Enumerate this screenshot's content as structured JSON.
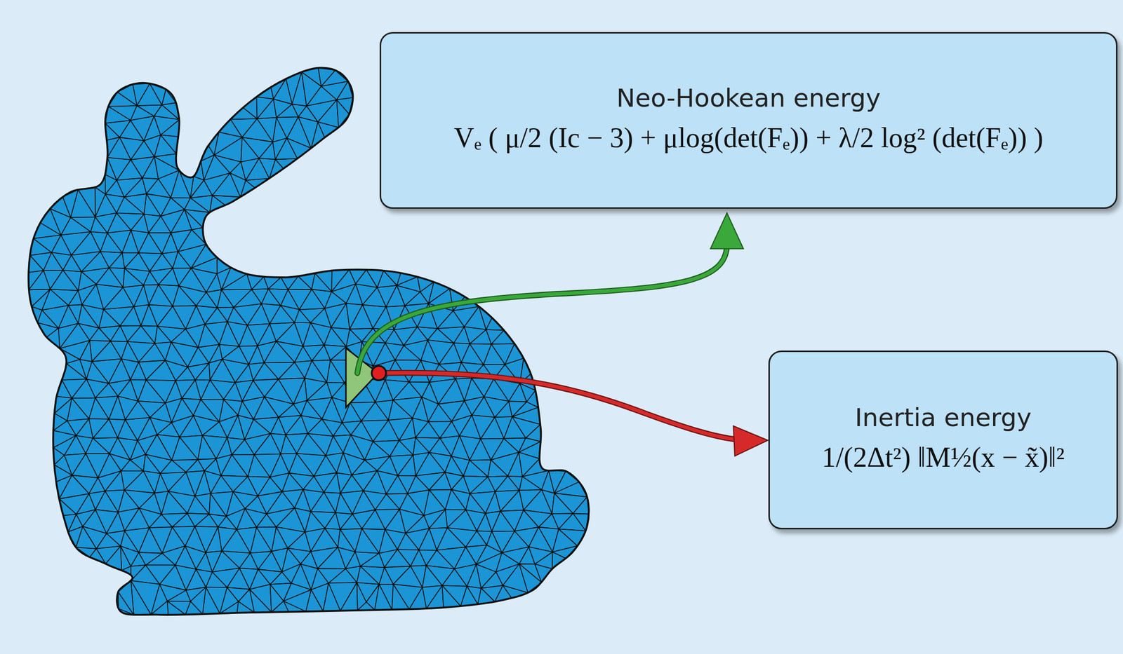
{
  "diagram": {
    "nodes": [
      {
        "text": [
          "Neo-Hookean energy",
          "Vₑ ( μ/2 (Ic − 3) + μlog(det(Fₑ)) + λ/2 log² (det(Fₑ)) )"
        ]
      },
      {
        "text": [
          "Inertia energy",
          "1/(2Δt²) ‖M½(x − x̃)‖²"
        ]
      }
    ]
  }
}
